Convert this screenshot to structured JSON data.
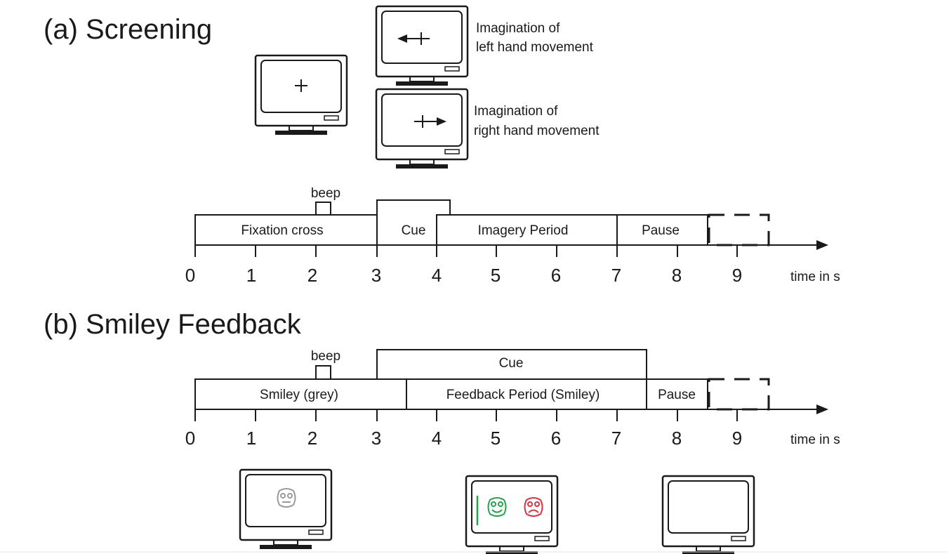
{
  "panels": {
    "a": {
      "title": "(a) Screening",
      "beep": "beep",
      "segments": {
        "fixation": "Fixation cross",
        "cue": "Cue",
        "imagery": "Imagery Period",
        "pause": "Pause"
      },
      "ticks": [
        "0",
        "1",
        "2",
        "3",
        "4",
        "5",
        "6",
        "7",
        "8",
        "9"
      ],
      "unit": "time in s",
      "monitor_left_text": [
        "Imagination of",
        "left hand movement"
      ],
      "monitor_right_text": [
        "Imagination of",
        "right hand movement"
      ]
    },
    "b": {
      "title": "(b) Smiley Feedback",
      "beep": "beep",
      "segments": {
        "cue": "Cue",
        "smiley": "Smiley (grey)",
        "feedback": "Feedback Period (Smiley)",
        "pause": "Pause"
      },
      "ticks": [
        "0",
        "1",
        "2",
        "3",
        "4",
        "5",
        "6",
        "7",
        "8",
        "9"
      ],
      "unit": "time in s"
    }
  },
  "colors": {
    "line": "#1a1a1a",
    "happy": "#22a34a",
    "sad": "#e0303a",
    "grey": "#9a9a9a"
  },
  "icons": [
    "monitor-icon",
    "plus-icon",
    "left-arrow-icon",
    "right-arrow-icon",
    "grey-smiley-icon",
    "happy-smiley-icon",
    "sad-smiley-icon"
  ]
}
